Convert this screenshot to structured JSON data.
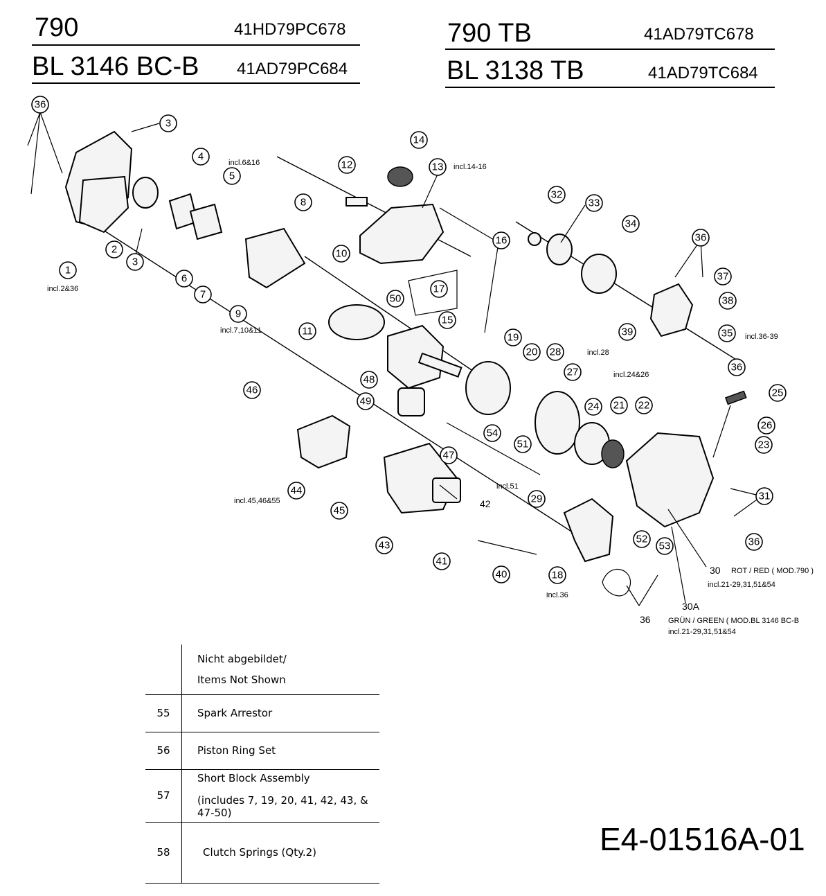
{
  "header": {
    "left": [
      {
        "model": "790",
        "part_number": "41HD79PC678"
      },
      {
        "model": "BL 3146 BC-B",
        "part_number": "41AD79PC684"
      }
    ],
    "right": [
      {
        "model": "790 TB",
        "part_number": "41AD79TC678"
      },
      {
        "model": "BL 3138 TB",
        "part_number": "41AD79TC684"
      }
    ]
  },
  "callouts": [
    "1",
    "2",
    "3",
    "4",
    "5",
    "6",
    "7",
    "8",
    "9",
    "10",
    "11",
    "12",
    "13",
    "14",
    "15",
    "16",
    "17",
    "19",
    "20",
    "21",
    "22",
    "23",
    "24",
    "25",
    "26",
    "27",
    "28",
    "29",
    "31",
    "32",
    "33",
    "34",
    "35",
    "36",
    "37",
    "38",
    "39",
    "40",
    "41",
    "42",
    "43",
    "44",
    "45",
    "46",
    "47",
    "48",
    "49",
    "50",
    "51",
    "52",
    "53",
    "54",
    "18"
  ],
  "notes": {
    "n1": "incl.2&36",
    "n5": "incl.6&16",
    "n9": "incl.7,10&11",
    "n13": "incl.14-16",
    "n28": "incl.28",
    "n24": "incl.24&26",
    "n35": "incl.36-39",
    "n44": "incl.45,46&55",
    "n51": "incl.51",
    "n18": "incl.36",
    "label_30": "30",
    "label_30_color": "ROT / RED ( MOD.790 )",
    "label_30_incl": "incl.21-29,31,51&54",
    "label_30a": "30A",
    "label_30a_color": "GRÜN / GREEN ( MOD.BL 3146 BC-B",
    "label_30a_incl": "incl.21-29,31,51&54",
    "label_36_bottom": "36",
    "label_42": "42"
  },
  "items_not_shown": {
    "heading_line1": "Nicht abgebildet/",
    "heading_line2": "Items Not Shown",
    "rows": [
      {
        "no": "55",
        "desc": "Spark Arrestor"
      },
      {
        "no": "56",
        "desc": "Piston Ring Set"
      },
      {
        "no": "57",
        "desc": "Short Block Assembly",
        "desc2": "(includes 7, 19, 20, 41, 42, 43, & 47-50)"
      },
      {
        "no": "58",
        "desc": "Clutch Springs (Qty.2)"
      }
    ]
  },
  "document_number": "E4-01516A-01"
}
